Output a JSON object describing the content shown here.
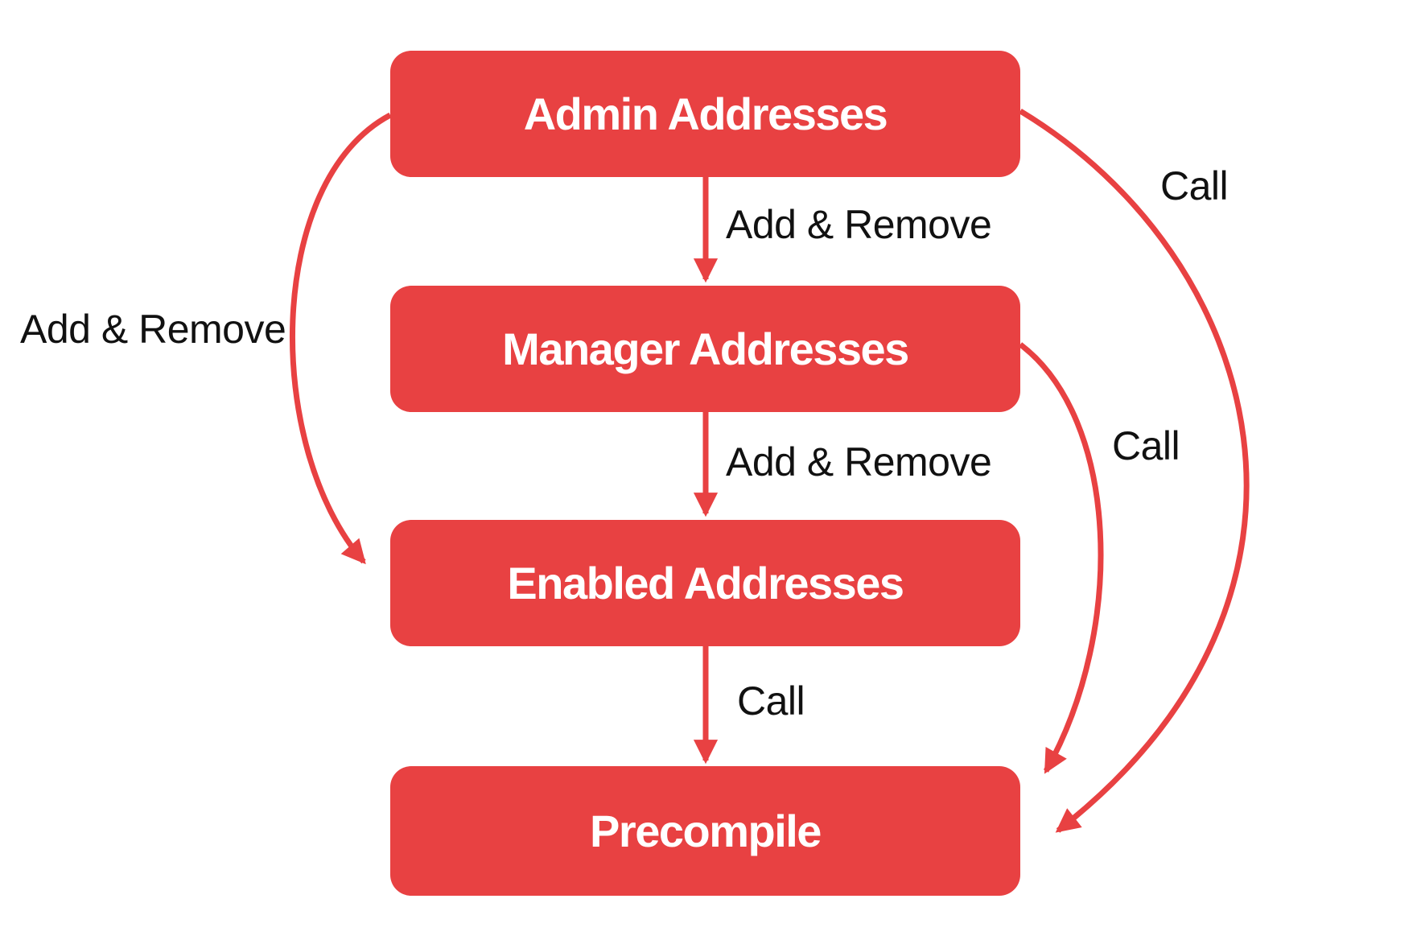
{
  "diagram": {
    "type": "flowchart",
    "nodes": [
      {
        "id": "admin",
        "label": "Admin Addresses"
      },
      {
        "id": "manager",
        "label": "Manager Addresses"
      },
      {
        "id": "enabled",
        "label": "Enabled Addresses"
      },
      {
        "id": "precompile",
        "label": "Precompile"
      }
    ],
    "edges": [
      {
        "from": "admin",
        "to": "manager",
        "label": "Add & Remove",
        "style": "straight-down"
      },
      {
        "from": "manager",
        "to": "enabled",
        "label": "Add & Remove",
        "style": "straight-down"
      },
      {
        "from": "enabled",
        "to": "precompile",
        "label": "Call",
        "style": "straight-down"
      },
      {
        "from": "admin",
        "to": "enabled",
        "label": "Add & Remove",
        "style": "curve-left"
      },
      {
        "from": "manager",
        "to": "precompile",
        "label": "Call",
        "style": "curve-right-inner"
      },
      {
        "from": "admin",
        "to": "precompile",
        "label": "Call",
        "style": "curve-right-outer"
      }
    ],
    "colors": {
      "accent": "#E84142",
      "node_text": "#FFFFFF",
      "label_text": "#111111",
      "background": "#FFFFFF"
    }
  }
}
